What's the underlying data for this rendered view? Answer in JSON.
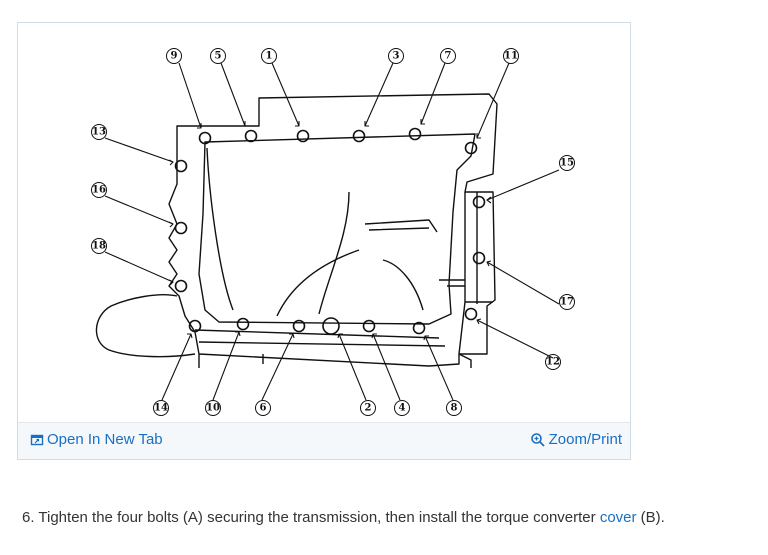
{
  "figure": {
    "callouts": [
      "9",
      "5",
      "1",
      "3",
      "7",
      "11",
      "13",
      "16",
      "18",
      "15",
      "17",
      "12",
      "14",
      "10",
      "6",
      "2",
      "4",
      "8"
    ],
    "toolbar": {
      "open_tab_label": "Open In New Tab",
      "open_tab_icon": "open-in-new-tab-icon",
      "zoom_label": "Zoom/Print",
      "zoom_icon": "zoom-icon"
    }
  },
  "instruction": {
    "before_link": "6. Tighten the four bolts (A) securing the transmission, then install the torque converter ",
    "link_text": "cover",
    "after_link": " (B)."
  },
  "colors": {
    "link": "#1a6fc2",
    "frame_border": "#d0dce6",
    "toolbar_bg": "#f5f8fb",
    "text": "#333333"
  }
}
